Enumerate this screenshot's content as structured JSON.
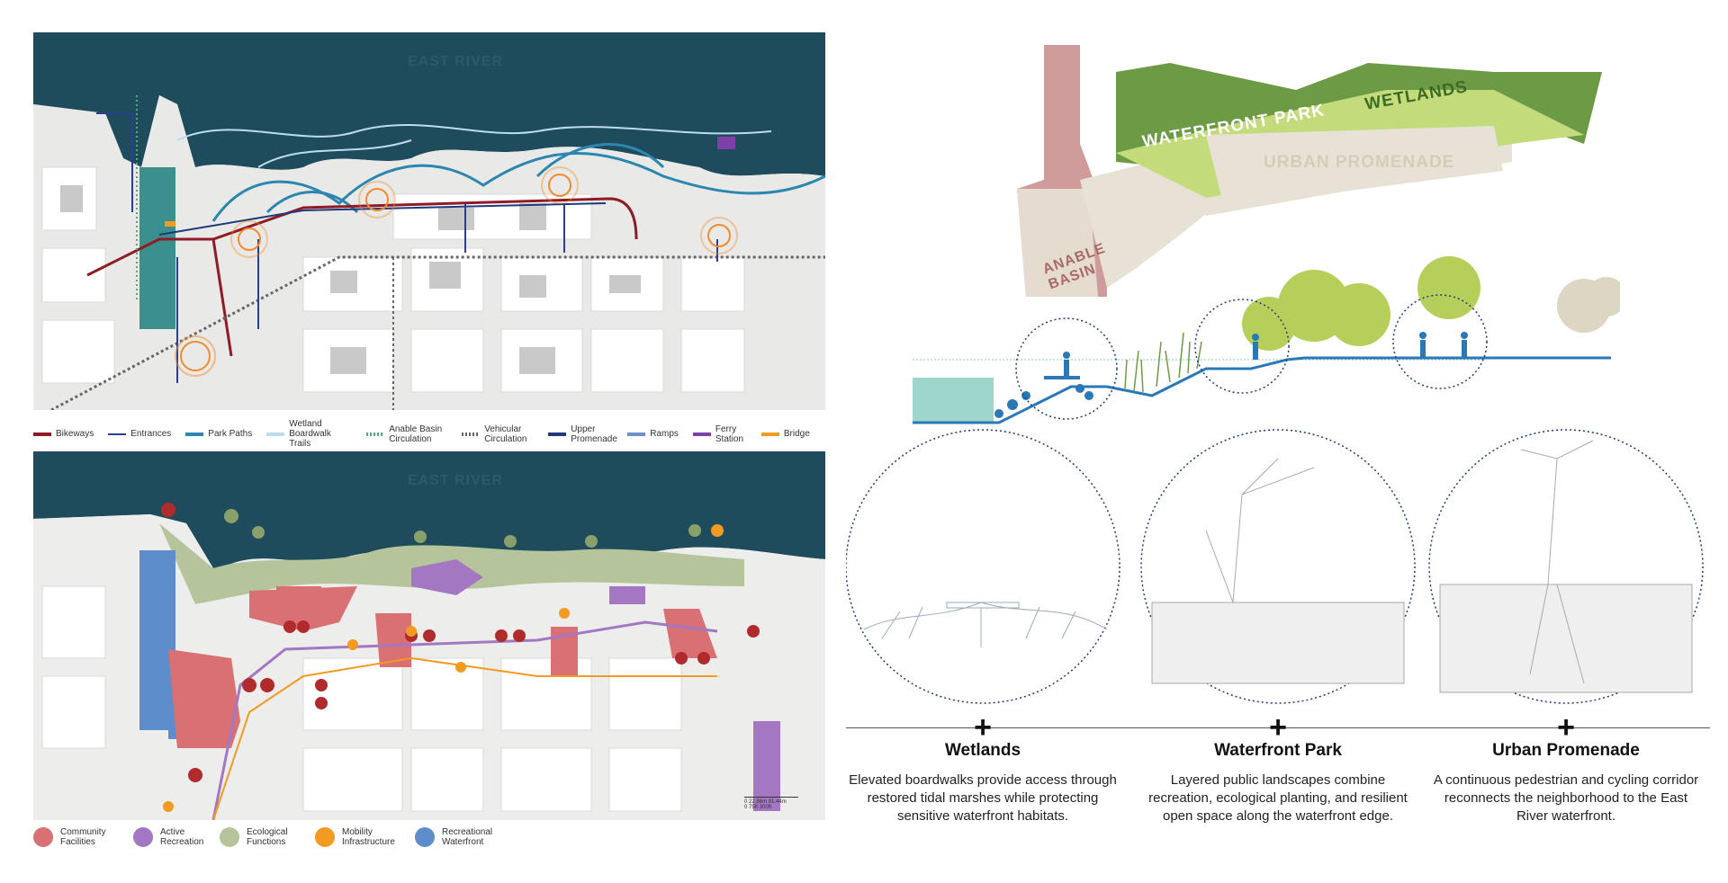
{
  "top_map": {
    "river_label": "EAST RIVER",
    "legend": [
      {
        "label": "Bikeways",
        "color": "#8e1b25",
        "style": "solid"
      },
      {
        "label": "Entrances",
        "color": "#2a3f8f",
        "style": "arrow"
      },
      {
        "label": "Park Paths",
        "color": "#2c87b0",
        "style": "solid"
      },
      {
        "label": "Wetland Boardwalk Trails",
        "color": "#bcdcf0",
        "style": "solid"
      },
      {
        "label": "Anable Basin Circulation",
        "color": "#4fae7e",
        "style": "dotted"
      },
      {
        "label": "Vehicular Circulation",
        "color": "#666666",
        "style": "dotted"
      },
      {
        "label": "Upper Promenade",
        "color": "#1e3a7c",
        "style": "solid"
      },
      {
        "label": "Ramps",
        "color": "#6f90c8",
        "style": "solid"
      },
      {
        "label": "Ferry Station",
        "color": "#7e3fa8",
        "style": "solid"
      },
      {
        "label": "Bridge",
        "color": "#f29a21",
        "style": "solid"
      }
    ]
  },
  "bottom_map": {
    "river_label": "EAST RIVER",
    "legend": [
      {
        "label": "Community Facilities",
        "color": "#d97074"
      },
      {
        "label": "Active Recreation",
        "color": "#a377c2"
      },
      {
        "label": "Ecological Functions",
        "color": "#b6c49c"
      },
      {
        "label": "Mobility Infrastructure",
        "color": "#f29a21"
      },
      {
        "label": "Recreational Waterfront",
        "color": "#5d8ecb"
      }
    ],
    "scale": {
      "line1": "0   22.86m           91.44m",
      "line2": "0   75ft               300ft"
    }
  },
  "plan": {
    "labels": {
      "wetlands": "WETLANDS",
      "waterfront_park": "WATERFRONT PARK",
      "urban_promenade": "URBAN PROMENADE",
      "anable_basin": "ANABLE BASIN"
    },
    "colors": {
      "wetlands": "#6d9b45",
      "park": "#c3db7a",
      "promenade": "#e7e2d5",
      "basin": "#cf9b9b"
    }
  },
  "sections": [
    {
      "title": "Wetlands",
      "text": "Elevated boardwalks provide access through restored tidal marshes while protecting sensitive waterfront habitats."
    },
    {
      "title": "Waterfront Park",
      "text": "Layered public landscapes combine recreation, ecological planting, and resilient open space along the waterfront edge."
    },
    {
      "title": "Urban Promenade",
      "text": "A continuous pedestrian and cycling corridor reconnects the neighborhood to the East River waterfront."
    }
  ],
  "plus_sign": "+"
}
